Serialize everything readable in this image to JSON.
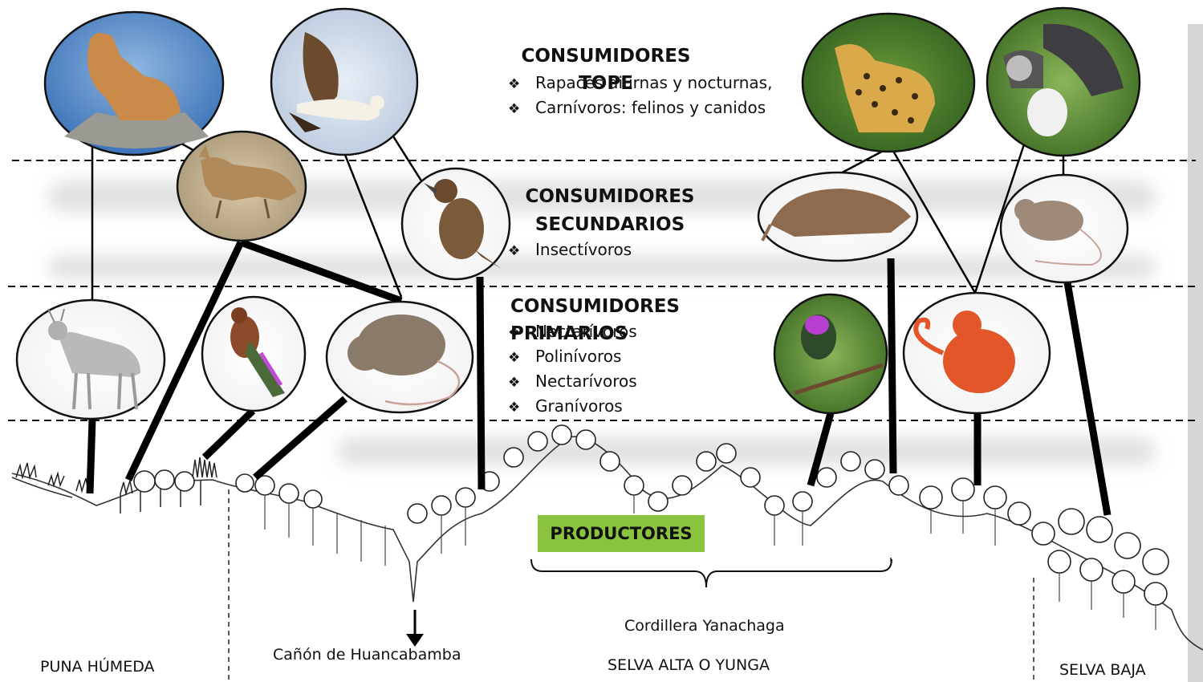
{
  "levels": {
    "top": {
      "title": "CONSUMIDORES TOPE",
      "items": [
        "Rapaces diurnas y nocturnas,",
        "Carnívoros:  felinos y canidos"
      ]
    },
    "secondary": {
      "title_line1": "CONSUMIDORES",
      "title_line2": "SECUNDARIOS",
      "items": [
        "Insectívoros"
      ]
    },
    "primary": {
      "title": "CONSUMIDORES PRIMARIOS",
      "items": [
        "Nectarívoros",
        "Polinívoros",
        "Nectarívoros",
        "Granívoros"
      ]
    }
  },
  "producers_label": "PRODUCTORES",
  "zones": {
    "puna": "PUNA HÚMEDA",
    "canyon": "Cañón de Huancabamba",
    "cordillera": "Cordillera Yanachaga",
    "selva_alta": "SELVA ALTA O YUNGA",
    "selva_baja": "SELVA BAJA"
  },
  "colors": {
    "producers_bg": "#8ac43f",
    "line": "#000000"
  }
}
